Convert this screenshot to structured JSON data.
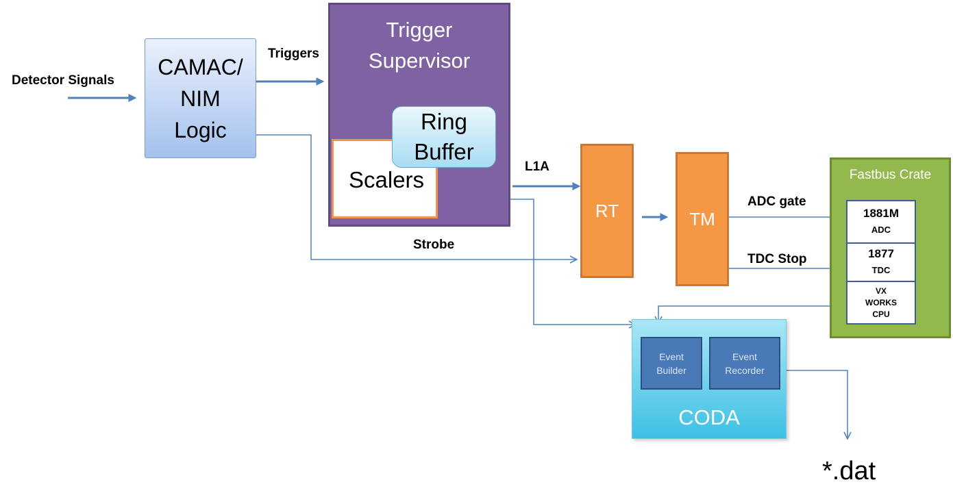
{
  "labels": {
    "detector_signals": "Detector Signals",
    "triggers": "Triggers",
    "l1a": "L1A",
    "strobe": "Strobe",
    "adc_gate": "ADC gate",
    "tdc_stop": "TDC Stop"
  },
  "camac": {
    "line1": "CAMAC/",
    "line2": "NIM",
    "line3": "Logic"
  },
  "trigger_supervisor": {
    "line1": "Trigger",
    "line2": "Supervisor",
    "scalers": "Scalers",
    "ring_line1": "Ring",
    "ring_line2": "Buffer"
  },
  "rt": "RT",
  "tm": "TM",
  "fastbus": {
    "title": "Fastbus Crate",
    "adc": {
      "main": "1881M",
      "sub": "ADC"
    },
    "tdc": {
      "main": "1877",
      "sub": "TDC"
    },
    "cpu": {
      "line1": "VX",
      "line2": "WORKS",
      "line3": "CPU"
    }
  },
  "coda": {
    "title": "CODA",
    "event_builder": {
      "line1": "Event",
      "line2": "Builder"
    },
    "event_recorder": {
      "line1": "Event",
      "line2": "Recorder"
    }
  },
  "output": "*.dat",
  "colors": {
    "arrow": "#4f81bd",
    "purple": "#7f62a1",
    "orange": "#f59846",
    "green": "#93b84d",
    "cyan": "#4bc6e6",
    "dark_blue": "#4979b7"
  }
}
